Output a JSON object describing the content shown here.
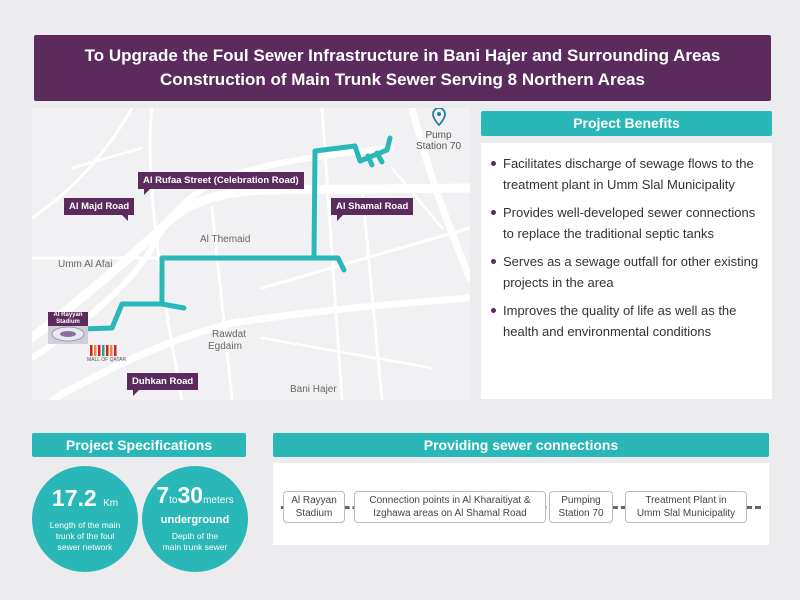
{
  "header": {
    "line1": "To Upgrade the Foul Sewer Infrastructure in Bani Hajer and Surrounding Areas",
    "line2": "Construction of Main Trunk Sewer Serving 8 Northern Areas"
  },
  "map": {
    "pump_station": [
      "Pump",
      "Station 70"
    ],
    "areas": {
      "al_themaid": "Al Themaid",
      "umm_al_afai": "Umm Al Afai",
      "rawdat": "Rawdat",
      "egdaim": "Egdaim",
      "bani_hajer": "Bani Hajer"
    },
    "roads": {
      "al_rufaa": "Al Rufaa Street (Celebration Road)",
      "al_majd": "Al Majd Road",
      "al_shamal": "Al Shamal Road",
      "dukhan": "Duhkan Road"
    },
    "landmarks": {
      "stadium": [
        "Al Rayyan",
        "Stadium"
      ],
      "mall": "MALL OF QATAR"
    },
    "colors": {
      "pipeline": "#2ab7b7",
      "tag": "#5c2b5d"
    }
  },
  "benefits": {
    "title": "Project Benefits",
    "items": [
      "Facilitates discharge of sewage flows to the treatment plant in Umm Slal Municipality",
      "Provides well-developed sewer connections to replace the traditional septic tanks",
      "Serves as a sewage outfall for other existing projects in the area",
      "Improves the quality of life as well as the health and environmental conditions"
    ]
  },
  "specs": {
    "title": "Project Specifications",
    "length": {
      "value": "17.2",
      "unit": "Km",
      "desc": [
        "Length of the main",
        "trunk of the foul",
        "sewer network"
      ]
    },
    "depth": {
      "from": "7",
      "to_word": "to",
      "to": "30",
      "unit": "meters",
      "word": "underground",
      "desc": [
        "Depth of the",
        "main trunk sewer"
      ]
    }
  },
  "connections": {
    "title": "Providing sewer connections",
    "nodes": [
      [
        "Al Rayyan",
        "Stadium"
      ],
      [
        "Connection points in Al Kharaitiyat &",
        "Izghawa areas on Al Shamal Road"
      ],
      [
        "Pumping",
        "Station 70"
      ],
      [
        "Treatment Plant in",
        "Umm Slal Municipality"
      ]
    ]
  }
}
